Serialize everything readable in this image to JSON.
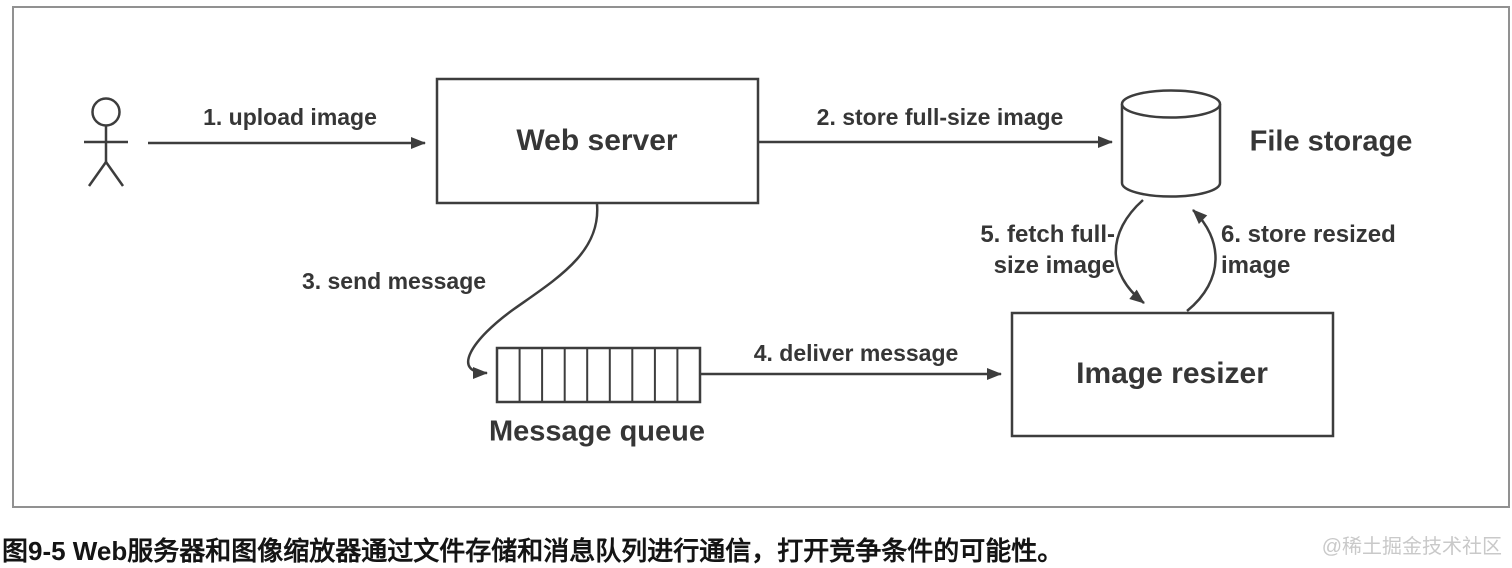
{
  "colors": {
    "line": "#3d3d3d",
    "label_text": "#363636",
    "caption_text": "#141414",
    "watermark_text": "#c9c9c9",
    "frame_border": "#919191",
    "background": "#ffffff"
  },
  "diagram": {
    "nodes": {
      "web_server": "Web server",
      "file_storage": "File storage",
      "message_queue": "Message queue",
      "image_resizer": "Image resizer"
    },
    "edges": {
      "e1": "1. upload image",
      "e2": "2. store full-size image",
      "e3": "3. send message",
      "e4": "4. deliver message",
      "e5": {
        "line1": "5. fetch full-",
        "line2": "size image"
      },
      "e6": {
        "line1": "6. store resized",
        "line2": "image"
      }
    }
  },
  "caption": "图9-5 Web服务器和图像缩放器通过文件存储和消息队列进行通信，打开竞争条件的可能性。",
  "watermark": "@稀土掘金技术社区"
}
